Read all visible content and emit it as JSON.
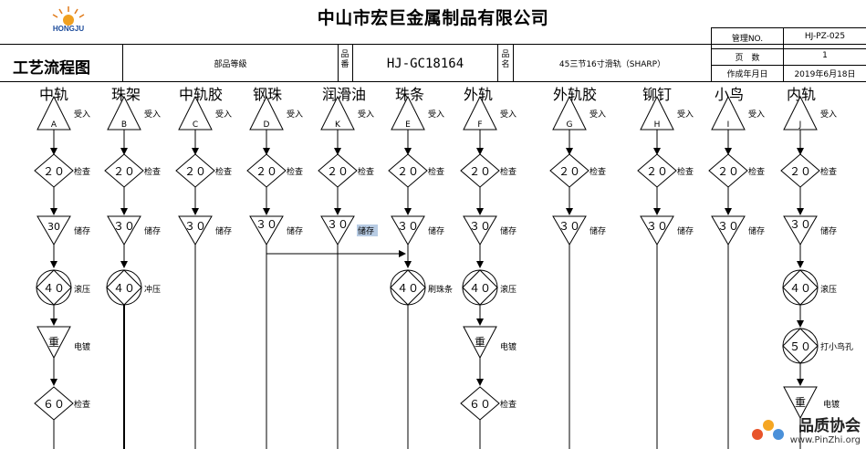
{
  "header": {
    "company_title": "中山市宏巨金属制品有限公司",
    "logo_text": "HONGJU",
    "process_title": "工艺流程图",
    "part_grade": "部品等級",
    "part_no_label": "品番",
    "part_no_value": "HJ-GC18164",
    "part_name_label": "品名",
    "part_name_value": "45三节16寸滑轨（SHARP）"
  },
  "right_table": {
    "rows": [
      {
        "label": "管理NO.",
        "value": "HJ-PZ-025"
      },
      {
        "label": "页　数",
        "value": "1"
      },
      {
        "label": "作成年月日",
        "value": "2019年6月18日"
      }
    ]
  },
  "columns": [
    {
      "name": "中轨",
      "letter": "A"
    },
    {
      "name": "珠架",
      "letter": "B"
    },
    {
      "name": "中轨胶",
      "letter": "C"
    },
    {
      "name": "钢珠",
      "letter": "D"
    },
    {
      "name": "润滑油",
      "letter": "K"
    },
    {
      "name": "珠条",
      "letter": "E"
    },
    {
      "name": "外轨",
      "letter": "F"
    },
    {
      "name": "外轨胶",
      "letter": "G"
    },
    {
      "name": "铆钉",
      "letter": "H"
    },
    {
      "name": "小鸟",
      "letter": "I"
    },
    {
      "name": "内轨",
      "letter": "J"
    }
  ],
  "step_labels": {
    "receive": "受入",
    "inspect": "检查",
    "store": "储存",
    "roll": "滚压",
    "punch": "冲压",
    "bead_brush": "刷珠条",
    "plating": "电镀",
    "bird_hole": "打小鸟孔"
  },
  "step_codes": {
    "n20": "２０",
    "n30_first": "30",
    "n30": "３０",
    "n40": "４０",
    "n50": "５０",
    "n60": "６０",
    "plating_symbol": "重"
  },
  "watermark": {
    "title": "品质协会",
    "url": "www.PinZhi.org"
  }
}
